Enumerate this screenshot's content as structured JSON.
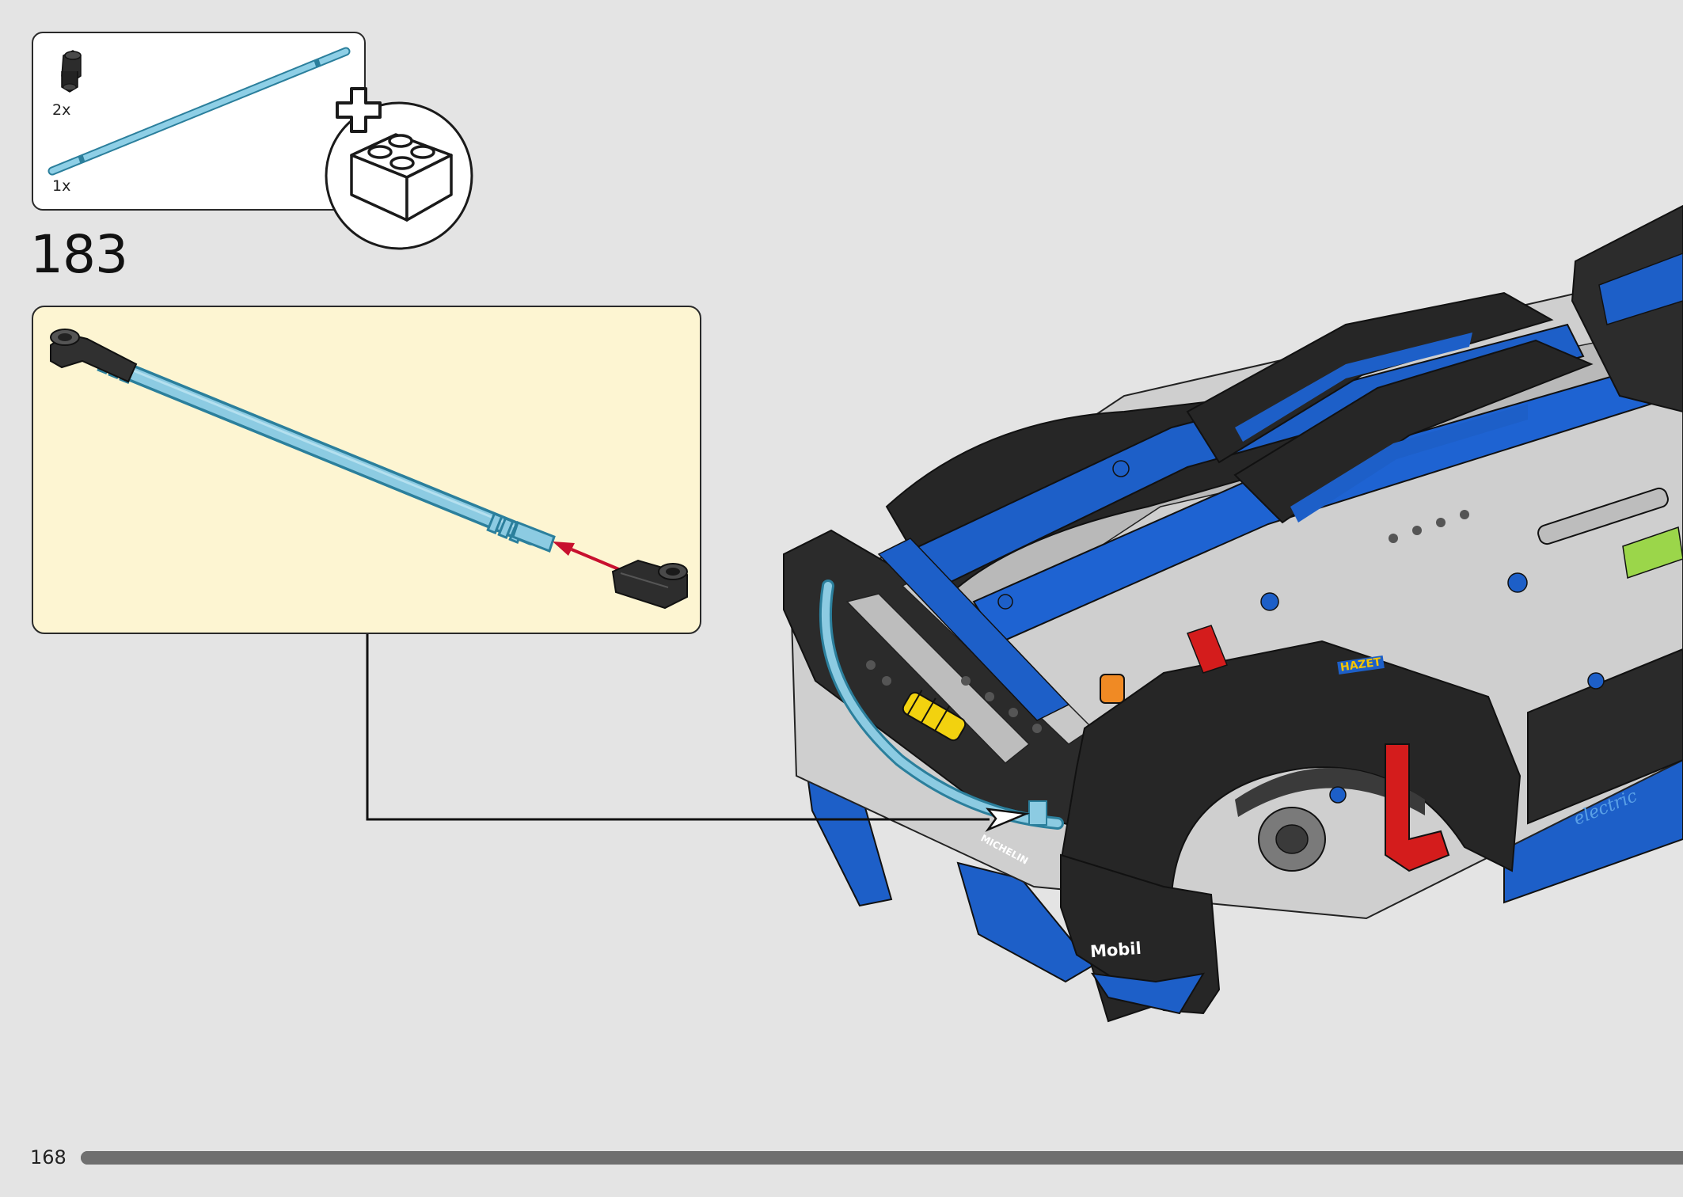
{
  "parts_list": {
    "items": [
      {
        "name": "black-pin-connector",
        "quantity": "2x"
      },
      {
        "name": "light-blue-axle",
        "quantity": "1x"
      }
    ]
  },
  "step": {
    "number": "183"
  },
  "page": {
    "number": "168"
  },
  "progress": {
    "fraction": 1.0
  },
  "sticker_text": {
    "brand_mobil": "Mobil",
    "brand_michelin": "MICHELIN",
    "brand_hazet": "HAZET",
    "electric": "electric"
  },
  "colors": {
    "background": "#e4e4e4",
    "callout_bg": "#fdf5d2",
    "axle": "#7cc4de",
    "model_blue": "#1d5fc8",
    "model_black": "#262626",
    "model_grey": "#c9c9c9",
    "model_red": "#d41c1c",
    "arrow_red": "#c8102e"
  },
  "icons": {
    "add_bricks": "plus-brick-icon"
  }
}
